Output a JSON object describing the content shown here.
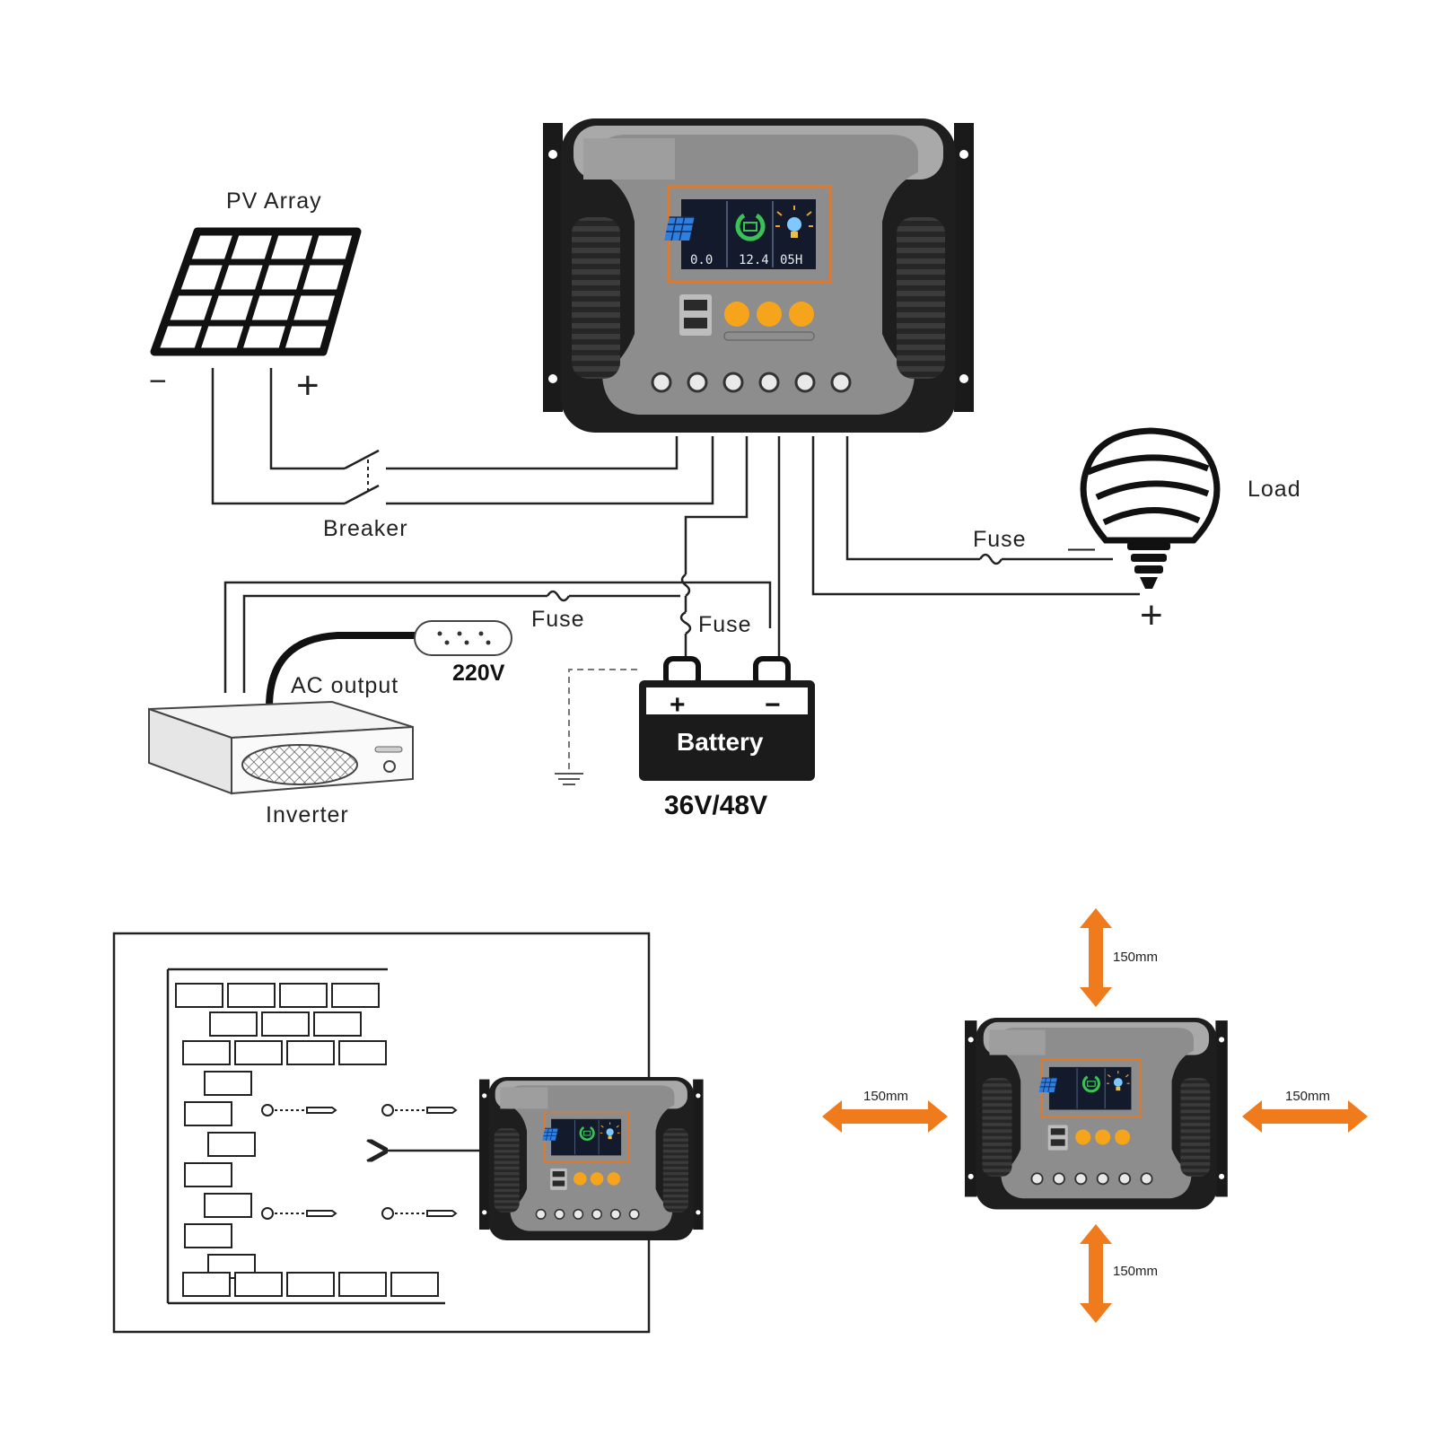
{
  "labels": {
    "pv_array": "PV Array",
    "breaker": "Breaker",
    "load": "Load",
    "fuse_load": "Fuse",
    "fuse_inverter": "Fuse",
    "fuse_battery": "Fuse",
    "ac_output": "AC output",
    "voltage_ac": "220V",
    "inverter": "Inverter",
    "battery": "Battery",
    "battery_voltage": "36V/48V",
    "pv_minus": "−",
    "pv_plus": "+",
    "load_minus": "—",
    "load_plus": "+",
    "batt_plus": "+",
    "batt_minus": "−"
  },
  "clearances": {
    "top": "150mm",
    "left": "150mm",
    "right": "150mm",
    "bottom": "150mm"
  },
  "controller": {
    "pv_value": "0.0",
    "battery_value": "12.4",
    "load_value": "05H"
  },
  "colors": {
    "accent_orange": "#f07b1c",
    "button_orange": "#f7a41d",
    "panel_gray": "#8e8e8e",
    "body_black": "#1e1e1e",
    "lcd_bg": "#121a2c"
  }
}
